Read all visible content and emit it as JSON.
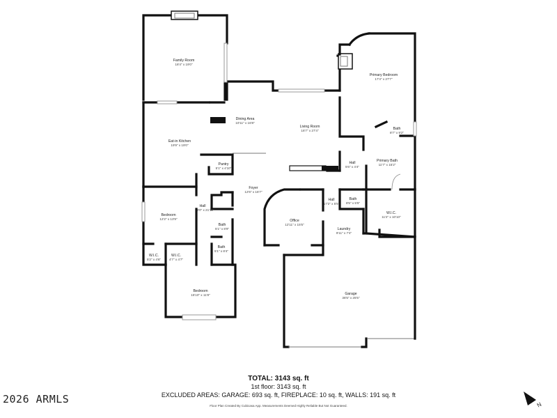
{
  "rooms": [
    {
      "key": "family",
      "name": "Family Room",
      "dim": "18'4\" x 19'0\""
    },
    {
      "key": "primary_bed",
      "name": "Primary Bedroom",
      "dim": "17'4\" x 27'7\""
    },
    {
      "key": "dining",
      "name": "Dining Area",
      "dim": "10'11\" x 16'8\""
    },
    {
      "key": "living",
      "name": "Living Room",
      "dim": "16'7\" x 27'4\""
    },
    {
      "key": "bath_pr",
      "name": "Bath",
      "dim": "8'7\" x 9'2\""
    },
    {
      "key": "kitchen",
      "name": "Eat-in Kitchen",
      "dim": "19'9\" x 19'0\""
    },
    {
      "key": "primary_bath",
      "name": "Primary Bath",
      "dim": "11'7\" x 15'2\""
    },
    {
      "key": "pantry",
      "name": "Pantry",
      "dim": "5'1\" x 4'10\""
    },
    {
      "key": "hall_a",
      "name": "Hall",
      "dim": "5'6\" x 4'4\""
    },
    {
      "key": "foyer",
      "name": "Foyer",
      "dim": "12'6\" x 16'7\""
    },
    {
      "key": "hall_b",
      "name": "Hall",
      "dim": "17'2\" x 5'5\""
    },
    {
      "key": "bath_c",
      "name": "Bath",
      "dim": "8'5\" x 5'5\""
    },
    {
      "key": "wic_pr",
      "name": "W.I.C.",
      "dim": "11'2\" x 10'10\""
    },
    {
      "key": "bedroom1",
      "name": "Bedroom",
      "dim": "12'2\" x 13'9\""
    },
    {
      "key": "hall_c",
      "name": "Hall",
      "dim": "3'0\" x 21'11\""
    },
    {
      "key": "office",
      "name": "Office",
      "dim": "12'11\" x 15'5\""
    },
    {
      "key": "bath_d",
      "name": "Bath",
      "dim": "5'1\" x 8'9\""
    },
    {
      "key": "laundry",
      "name": "Laundry",
      "dim": "9'11\" x 7'4\""
    },
    {
      "key": "bath_e",
      "name": "Bath",
      "dim": "5'1\" x 8'4\""
    },
    {
      "key": "wic_a",
      "name": "W.I.C.",
      "dim": "5'2\" x 4'6\""
    },
    {
      "key": "wic_b",
      "name": "W.I.C.",
      "dim": "4'7\" x 4'7\""
    },
    {
      "key": "garage",
      "name": "Garage",
      "dim": "36'5\" x 25'5\""
    },
    {
      "key": "bedroom2",
      "name": "Bedroom",
      "dim": "15'10\" x 11'8\""
    }
  ],
  "summary": {
    "total": "TOTAL: 3143 sq. ft",
    "floor1": "1st floor: 3143 sq. ft",
    "excluded": "EXCLUDED AREAS: GARAGE: 693 sq. ft, FIREPLACE: 10 sq. ft, WALLS: 191 sq. ft",
    "disclaimer": "Floor Plan Created By Cubicasa App. Measurements Deemed Highly Reliable But Not Guaranteed."
  },
  "watermark": "2026 ARMLS",
  "compass": {
    "icon": "north-arrow-icon",
    "letter": "N"
  }
}
